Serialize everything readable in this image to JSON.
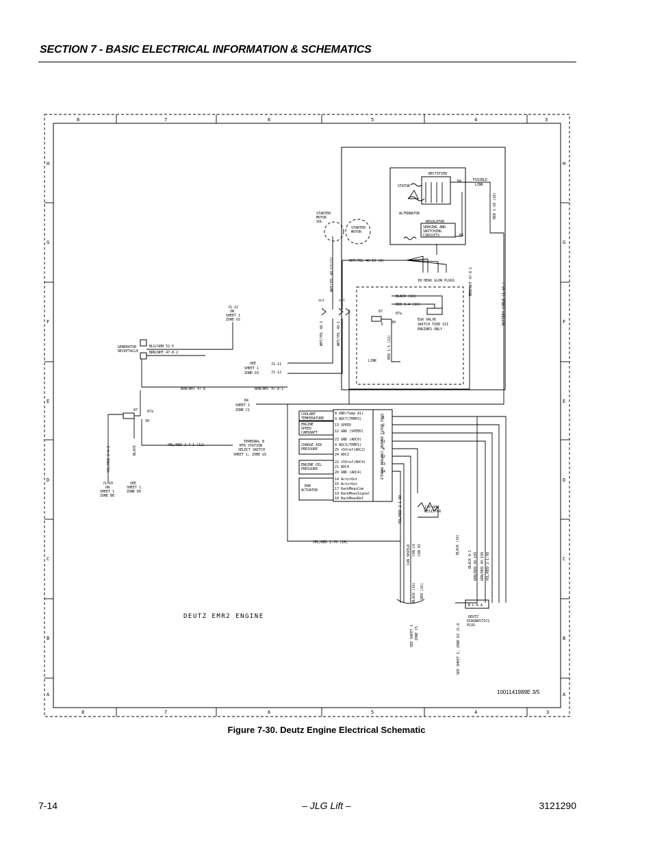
{
  "header": {
    "section_title": "SECTION 7 - BASIC ELECTRICAL INFORMATION & SCHEMATICS"
  },
  "figure": {
    "caption": "Figure 7-30.  Deutz Engine Electrical Schematic",
    "drawing_number": "1001141989E 3/5",
    "engine_label": "DEUTZ EMR2 ENGINE",
    "zone_columns_top": [
      "8",
      "7",
      "6",
      "5",
      "4",
      "3"
    ],
    "zone_columns_bottom": [
      "8",
      "7",
      "6",
      "5",
      "4",
      "3"
    ],
    "zone_rows": [
      "H",
      "G",
      "F",
      "E",
      "D",
      "C",
      "B",
      "A"
    ],
    "labels": {
      "rectifier": "RECTIFIER",
      "stator": "STATOR",
      "alternator": "ALTERNATOR",
      "regulator": "REGULATOR",
      "sensing1": "SENSING AND",
      "sensing2": "SWITCHING",
      "sensing3": "CIRCUITS",
      "b4": "B4",
      "fusible1": "FUSIBLE",
      "fusible2": "LINK",
      "starter_sol1": "STARTER",
      "starter_sol2": "MOTOR",
      "starter_sol3": "SOL",
      "starter_motor1": "STARTER",
      "starter_motor2": "MOTOR",
      "wht_yel_4813": "WHT/YEL 48-13 (8)",
      "glow_plugs": "IN HEAD GLOW PLUGS",
      "red_110": "RED 1-10 (10)",
      "battery_cable": "BATTERY CABLE (1 GA.)",
      "brn_wht_4781": "BRN/WHT 47-8-1",
      "wht_yel_4812": "WHT/YEL 48-12(12)",
      "sol_a": "sol",
      "sol_b": "sol",
      "black_16": "BLACK (16)",
      "red_14": "RED 1-4 (16)",
      "egr1": "EGR VALVE",
      "egr2": "SWITCH TIER III",
      "egr3": "ENGINES ONLY",
      "red_15": "RED 1-5 (12)",
      "link": "LINK",
      "wht_yel_483": "WHT/YEL 48-3",
      "wht_yel_481": "WHT/YEL 48-1",
      "j122_1": "J1-22",
      "j122_2": "ON",
      "j122_3": "SHEET 1",
      "j122_4": "ZONE G5",
      "gen1": "GENERATOR",
      "gen2": "RECEPTACLE",
      "blu_grn": "BLU/GRN 52-5",
      "brn_wht_4782": "BRN/WHT 47-8-2",
      "see_sheet1_1": "SEE",
      "see_sheet1_2": "SHEET 1",
      "see_sheet1_3": "ZONE D3",
      "j111": "J1-11",
      "j112": "J1-12",
      "brn_wht_478": "BRN/WHT 47-8",
      "b4_sheet1": "B4",
      "b4_sheet2": "SHEET 1",
      "b4_sheet3": "ZONE C1",
      "relay_87": "87",
      "relay_87a": "87a",
      "relay_30": "30",
      "yel_red_242": "YEL/RED 2-4-2",
      "black_lbl": "BLACK",
      "yel_red_241": "YEL/RED 2-4-1 (12)",
      "term1": "TERMINAL B",
      "term2": "MTB STATION",
      "term3": "SELECT SWITCH",
      "term4": "SHEET 1, ZONE G5",
      "j110_1": "J1-10",
      "j110_2": "ON",
      "j110_3": "SHEET 1",
      "j110_4": "ZONE B8",
      "seesh_1": "SEE",
      "seesh_2": "SHEET 1",
      "seesh_3": "ZONE E6",
      "coolant1": "COOLANT",
      "coolant2": "TEMPERATURE",
      "eng_speed1": "ENGINE",
      "eng_speed2": "SPEED",
      "eng_speed3": "CAMSHAFT",
      "charge1": "CHARGE AIR",
      "charge2": "PRESSURE",
      "oil1": "ENGINE OIL",
      "oil2": "PRESSURE",
      "ehr1": "EHR",
      "ehr2": "ACTUATOR",
      "ecm_label": "EMR2 DEUTZ ENGINE CONTROL MODULE",
      "resistor1": "120 OHM",
      "resistor2": "RESISTOR",
      "yel_red_270": "YEL/RED 2-70 (16)",
      "yel_red_2199": "YEL/RED 2-1-99",
      "can_shield": "CAN SHIELD",
      "can_lo": "CAN LO",
      "can_hi": "CAN HI",
      "black_16b": "BLACK (16)",
      "red_16b": "RED (16)",
      "black_01": "BLACK 0-1",
      "grn_red_49199": "GRN/RED 49-199",
      "grn_red_49198": "GRN/RED 49-198",
      "yel_red_2198": "YEL/RED 2-1-98",
      "black_16c": "BLACK (16)",
      "see_sheet_c5_1": "SEE SHEET 1",
      "see_sheet_c5_2": "ZONE C5",
      "see_sheet_d3": "SEE SHEET 1, ZONE D3  J1-8",
      "deutz_diag1": "DEUTZ",
      "deutz_diag2": "DIAGNOSTICS",
      "deutz_diag3": "PLUG",
      "diag_pins": "B L K A"
    },
    "ecm_pins": [
      "8 GND(Temp A1)",
      "9 ADC7(TEMP3)",
      "13 SPEED",
      "12 GND (SPEED)",
      "23 GND (ADC0)",
      "4 ADC3(TEMP1)",
      "25 +5Vref(ADC2)",
      "24 ADC2",
      "22 +5Vref(ADC4)",
      "21 ADC4",
      "20 GND (ADC4)",
      "14 ActorOut",
      "15 ActorOut",
      "17 RackMeasCom",
      "19 RackMeasSignal",
      "18 RackMeasRef"
    ],
    "ecm_right_pins": [
      "1",
      "2",
      "3",
      "11",
      "4",
      "12",
      "13",
      "14"
    ]
  },
  "footer": {
    "page": "7-14",
    "publisher": "– JLG Lift –",
    "doc_number": "3121290"
  }
}
